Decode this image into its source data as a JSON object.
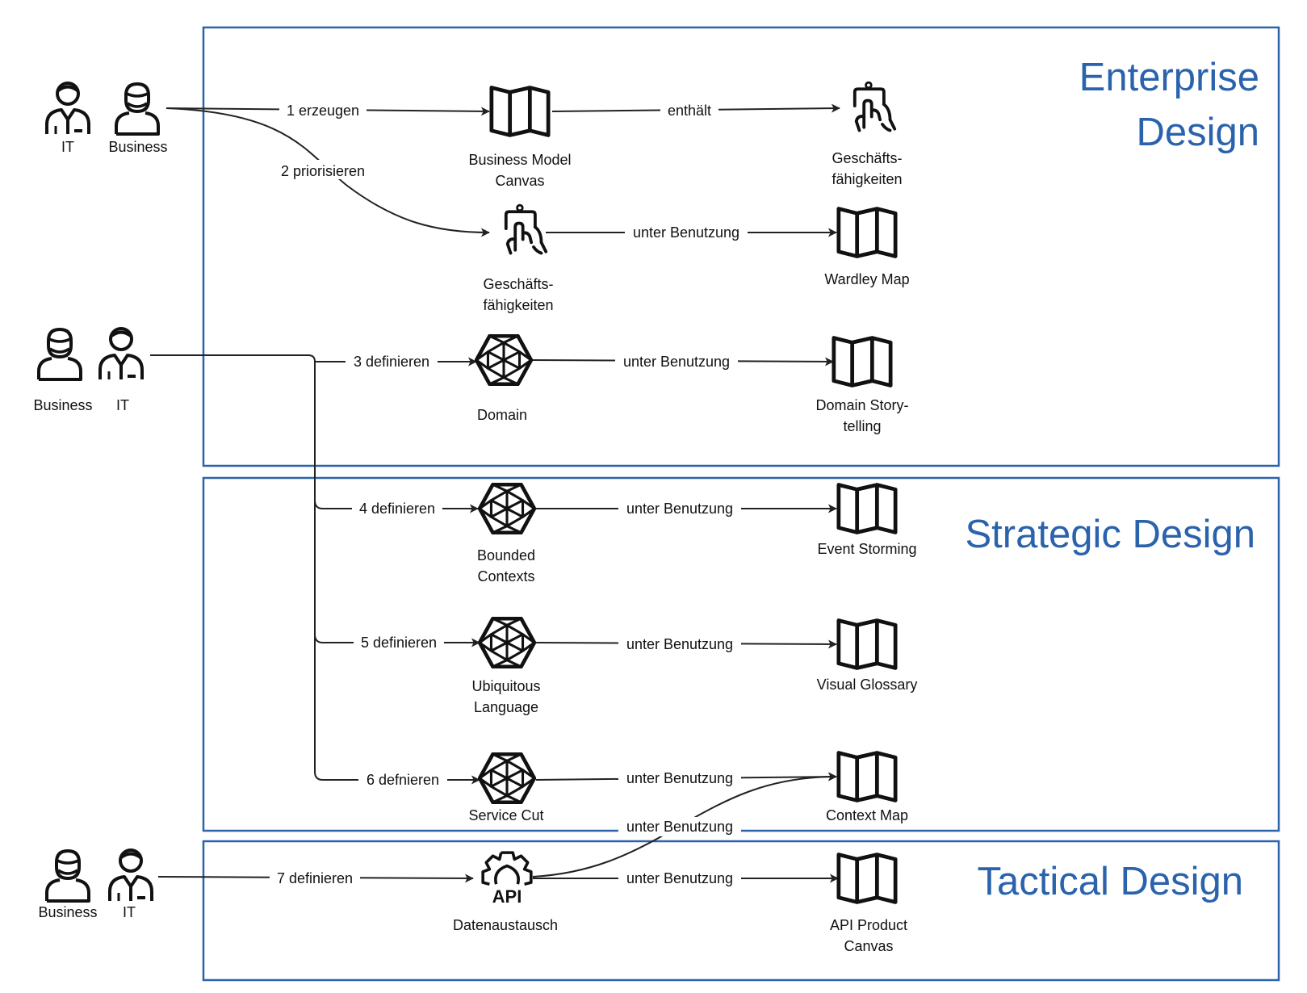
{
  "sections": [
    {
      "id": "enterprise",
      "title_lines": [
        "Enterprise",
        "Design"
      ]
    },
    {
      "id": "strategic",
      "title_lines": [
        "Strategic Design"
      ]
    },
    {
      "id": "tactical",
      "title_lines": [
        "Tactical Design"
      ]
    }
  ],
  "actors": {
    "group1": {
      "left": "IT",
      "right": "Business"
    },
    "group2": {
      "left": "Business",
      "right": "IT"
    },
    "group3": {
      "left": "Business",
      "right": "IT"
    }
  },
  "nodes": {
    "bmc": {
      "icon": "map-icon",
      "label_lines": [
        "Business Model",
        "Canvas"
      ]
    },
    "cap1": {
      "icon": "touch-hand-icon",
      "label_lines": [
        "Geschäfts-",
        "fähigkeiten"
      ]
    },
    "cap2": {
      "icon": "touch-hand-icon",
      "label_lines": [
        "Geschäfts-",
        "fähigkeiten"
      ]
    },
    "wardley": {
      "icon": "map-icon",
      "label_lines": [
        "Wardley Map"
      ]
    },
    "domain": {
      "icon": "polyhedron-icon",
      "label_lines": [
        "Domain"
      ]
    },
    "dst": {
      "icon": "map-icon",
      "label_lines": [
        "Domain Story-",
        "telling"
      ]
    },
    "bc": {
      "icon": "polyhedron-icon",
      "label_lines": [
        "Bounded",
        "Contexts"
      ]
    },
    "es": {
      "icon": "map-icon",
      "label_lines": [
        "Event Storming"
      ]
    },
    "ul": {
      "icon": "polyhedron-icon",
      "label_lines": [
        "Ubiquitous",
        "Language"
      ]
    },
    "vg": {
      "icon": "map-icon",
      "label_lines": [
        "Visual Glossary"
      ]
    },
    "sc": {
      "icon": "polyhedron-icon",
      "label_lines": [
        "Service Cut"
      ]
    },
    "cm": {
      "icon": "map-icon",
      "label_lines": [
        "Context Map"
      ]
    },
    "da": {
      "icon": "api-gear-icon",
      "icon_text": "API",
      "label_lines": [
        "Datenaustausch"
      ]
    },
    "apc": {
      "icon": "map-icon",
      "label_lines": [
        "API Product",
        "Canvas"
      ]
    }
  },
  "edges": [
    {
      "id": "e1",
      "from": "group1",
      "to": "bmc",
      "label": "1 erzeugen"
    },
    {
      "id": "e2",
      "from": "group1",
      "to": "cap2",
      "label": "2 priorisieren"
    },
    {
      "id": "e3",
      "from": "bmc",
      "to": "cap1",
      "label": "enthält"
    },
    {
      "id": "e4",
      "from": "cap2",
      "to": "wardley",
      "label": "unter Benutzung"
    },
    {
      "id": "e5",
      "from": "group2",
      "to": "domain",
      "label": "3 definieren"
    },
    {
      "id": "e6",
      "from": "domain",
      "to": "dst",
      "label": "unter Benutzung"
    },
    {
      "id": "e7",
      "from": "group2",
      "to": "bc",
      "label": "4 definieren"
    },
    {
      "id": "e8",
      "from": "bc",
      "to": "es",
      "label": "unter Benutzung"
    },
    {
      "id": "e9",
      "from": "group2",
      "to": "ul",
      "label": "5 definieren"
    },
    {
      "id": "e10",
      "from": "ul",
      "to": "vg",
      "label": "unter Benutzung"
    },
    {
      "id": "e11",
      "from": "group2",
      "to": "sc",
      "label": "6 defnieren"
    },
    {
      "id": "e12",
      "from": "sc",
      "to": "cm",
      "label": "unter Benutzung"
    },
    {
      "id": "e13",
      "from": "da",
      "to": "cm",
      "label": "unter Benutzung"
    },
    {
      "id": "e14",
      "from": "group3",
      "to": "da",
      "label": "7 definieren"
    },
    {
      "id": "e15",
      "from": "da",
      "to": "apc",
      "label": "unter Benutzung"
    }
  ]
}
